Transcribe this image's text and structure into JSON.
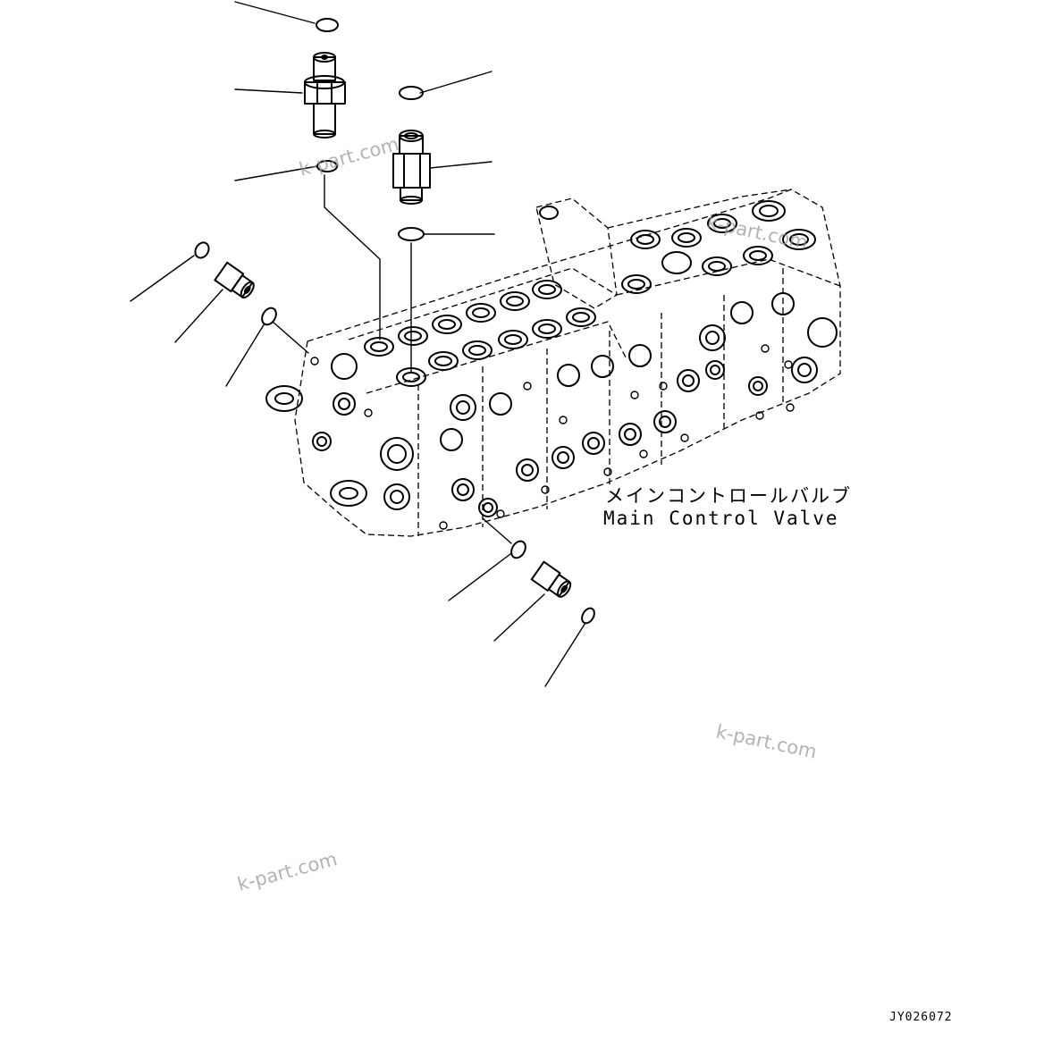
{
  "caption": {
    "japanese": "メインコントロールバルブ",
    "english": "Main Control Valve"
  },
  "watermark": "k-part.com",
  "drawing_code": "JY026072",
  "colors": {
    "line": "#000000",
    "background": "#ffffff",
    "watermark": "#9a9a9a"
  },
  "parts": [
    {
      "name": "o-ring-top"
    },
    {
      "name": "plug-fitting-upper"
    },
    {
      "name": "o-ring-upper"
    },
    {
      "name": "o-ring-mid"
    },
    {
      "name": "relief-valve"
    },
    {
      "name": "o-ring-lower"
    },
    {
      "name": "o-ring-left-outer"
    },
    {
      "name": "elbow-fitting-left"
    },
    {
      "name": "o-ring-left-inner"
    },
    {
      "name": "o-ring-bottom-upper"
    },
    {
      "name": "elbow-fitting-bottom"
    },
    {
      "name": "o-ring-bottom-lower"
    }
  ]
}
